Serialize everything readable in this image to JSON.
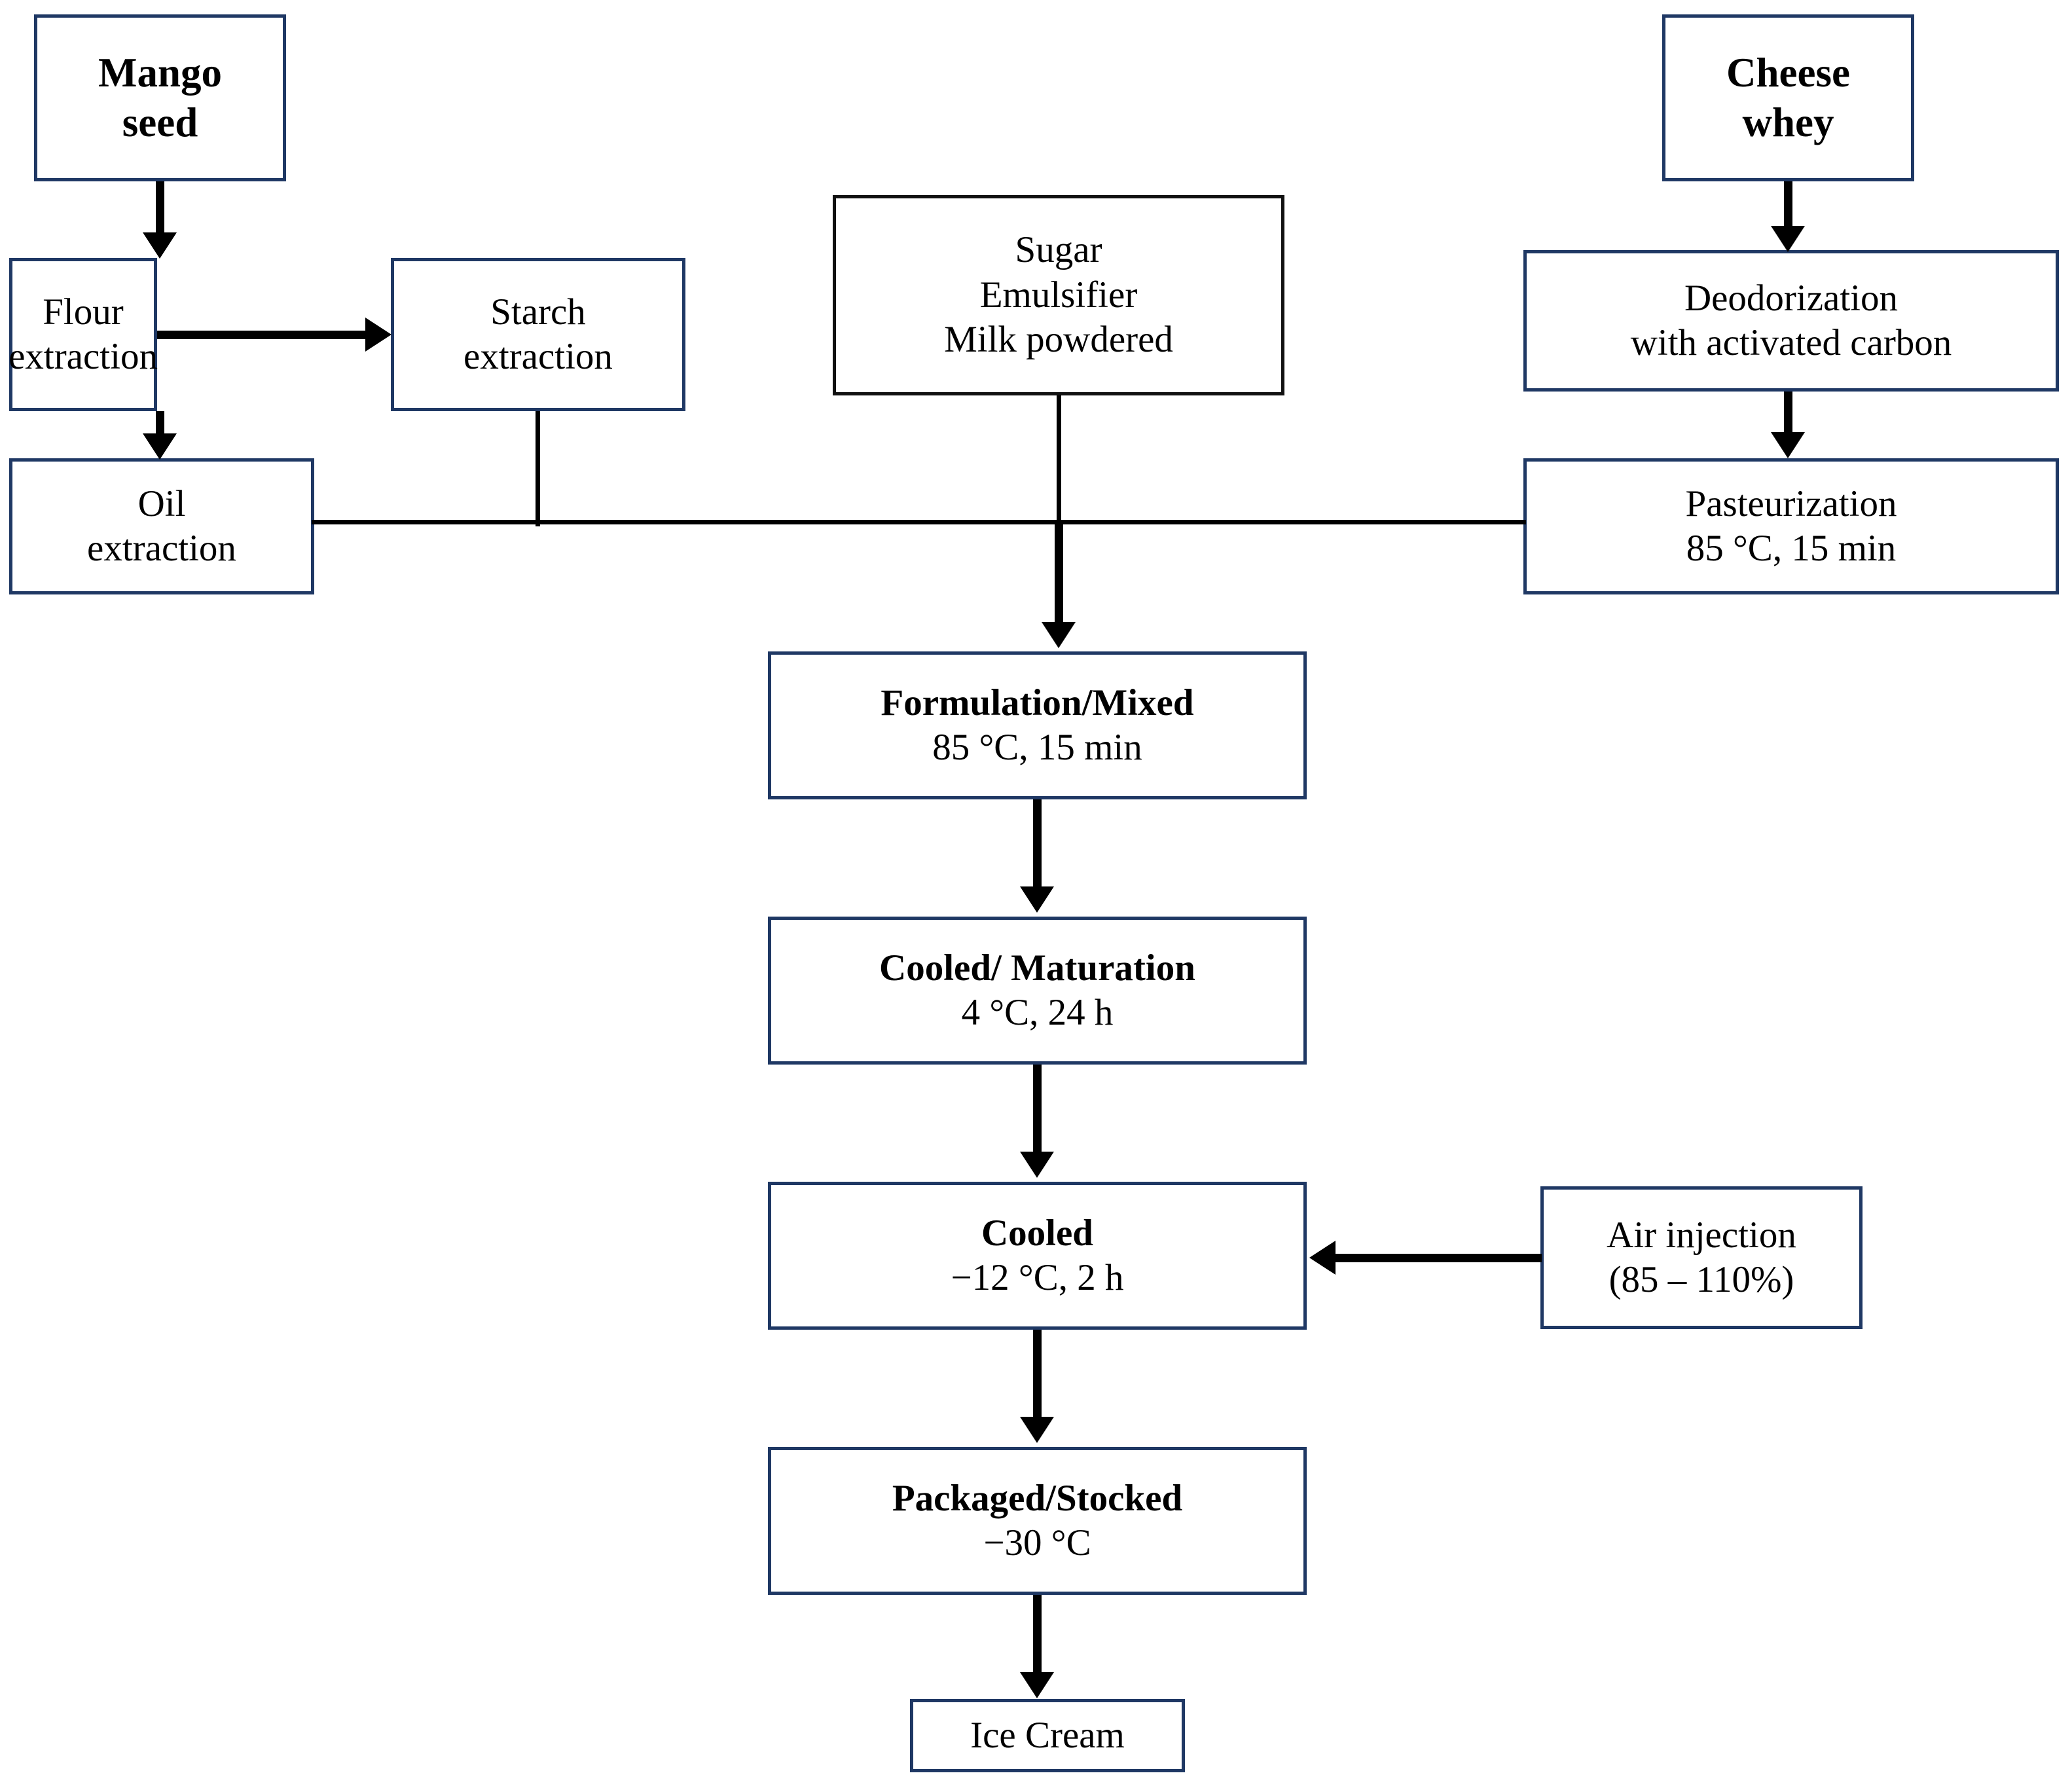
{
  "diagram": {
    "title": "Ice cream production flowchart from mango seed and cheese whey",
    "colors": {
      "box_border_navy": "#1F3864",
      "box_border_black": "#111111",
      "connector": "#000000",
      "background": "#FFFFFF",
      "text": "#000000"
    },
    "nodes": {
      "mango_seed": {
        "line1": "Mango",
        "line2": "seed"
      },
      "cheese_whey": {
        "line1": "Cheese",
        "line2": "whey"
      },
      "flour_extraction": {
        "line1": "Flour",
        "line2": "extraction"
      },
      "starch_extraction": {
        "line1": "Starch",
        "line2": "extraction"
      },
      "oil_extraction": {
        "line1": "Oil",
        "line2": "extraction"
      },
      "ingredients": {
        "line1": "Sugar",
        "line2": "Emulsifier",
        "line3": "Milk powdered"
      },
      "deodorization": {
        "line1": "Deodorization",
        "line2": "with activated carbon"
      },
      "pasteurization": {
        "line1": "Pasteurization",
        "line2": "85 °C, 15 min"
      },
      "formulation": {
        "line1": "Formulation/Mixed",
        "line2": "85 °C, 15 min"
      },
      "cooled_maturation": {
        "line1": "Cooled/ Maturation",
        "line2": "4 °C, 24 h"
      },
      "cooled": {
        "line1": "Cooled",
        "line2": "−12 °C, 2 h"
      },
      "air_injection": {
        "line1": "Air injection",
        "line2": "(85 – 110%)"
      },
      "packaged_stocked": {
        "line1": "Packaged/Stocked",
        "line2": "−30 °C"
      },
      "ice_cream": {
        "line1": "Ice Cream"
      }
    },
    "edges": [
      {
        "id": "mango-to-flour",
        "from": "mango_seed",
        "to": "flour_extraction",
        "direction": "down",
        "arrow": true
      },
      {
        "id": "flour-to-starch",
        "from": "flour_extraction",
        "to": "starch_extraction",
        "direction": "right",
        "arrow": true
      },
      {
        "id": "flour-to-oil",
        "from": "flour_extraction",
        "to": "oil_extraction",
        "direction": "down",
        "arrow": true
      },
      {
        "id": "starch-to-bus",
        "from": "starch_extraction",
        "to": "mix-bus",
        "direction": "down",
        "arrow": false
      },
      {
        "id": "oil-to-bus",
        "from": "oil_extraction",
        "to": "mix-bus",
        "direction": "right",
        "arrow": false
      },
      {
        "id": "cheese-to-deodorization",
        "from": "cheese_whey",
        "to": "deodorization",
        "direction": "down",
        "arrow": true
      },
      {
        "id": "deodorization-to-pasteur",
        "from": "deodorization",
        "to": "pasteurization",
        "direction": "down",
        "arrow": true
      },
      {
        "id": "pasteurization-to-bus",
        "from": "pasteurization",
        "to": "mix-bus",
        "direction": "left",
        "arrow": false
      },
      {
        "id": "ingredients-to-formulation",
        "from": "ingredients",
        "to": "formulation",
        "direction": "down",
        "arrow": true
      },
      {
        "id": "formulation-to-maturation",
        "from": "formulation",
        "to": "cooled_maturation",
        "direction": "down",
        "arrow": true
      },
      {
        "id": "maturation-to-cooled",
        "from": "cooled_maturation",
        "to": "cooled",
        "direction": "down",
        "arrow": true
      },
      {
        "id": "air-to-cooled",
        "from": "air_injection",
        "to": "cooled",
        "direction": "left",
        "arrow": true
      },
      {
        "id": "cooled-to-packaged",
        "from": "cooled",
        "to": "packaged_stocked",
        "direction": "down",
        "arrow": true
      },
      {
        "id": "packaged-to-icecream",
        "from": "packaged_stocked",
        "to": "ice_cream",
        "direction": "down",
        "arrow": true
      }
    ]
  }
}
